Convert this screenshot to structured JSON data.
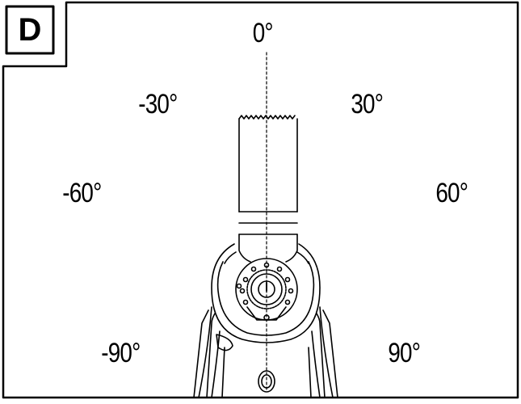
{
  "panel": {
    "letter": "D"
  },
  "angles": [
    {
      "id": "angle-0",
      "label": "0°"
    },
    {
      "id": "angle-m30",
      "label": "-30°"
    },
    {
      "id": "angle-30",
      "label": "30°"
    },
    {
      "id": "angle-m60",
      "label": "-60°"
    },
    {
      "id": "angle-60",
      "label": "60°"
    },
    {
      "id": "angle-m90",
      "label": "-90°"
    },
    {
      "id": "angle-90",
      "label": "90°"
    }
  ]
}
